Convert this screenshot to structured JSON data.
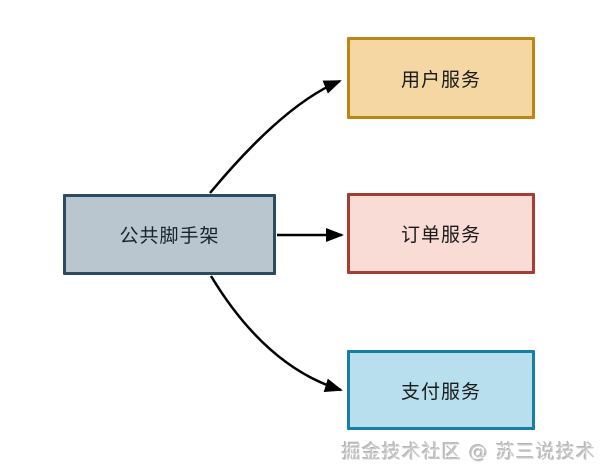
{
  "diagram": {
    "nodes": {
      "scaffold": {
        "label": "公共脚手架",
        "fill": "#b9c5cf",
        "border": "#2d4a63",
        "text_color": "#16222c"
      },
      "user_service": {
        "label": "用户服务",
        "fill": "#f5d7a4",
        "border": "#bd8514",
        "text_color": "#1a1a1a"
      },
      "order_service": {
        "label": "订单服务",
        "fill": "#f9dcd6",
        "border": "#a63d33",
        "text_color": "#1a1a1a"
      },
      "payment_service": {
        "label": "支付服务",
        "fill": "#b8dfee",
        "border": "#177ea6",
        "text_color": "#1a1a1a"
      }
    },
    "edges": [
      {
        "from": "公共脚手架",
        "to": "用户服务",
        "shape": "curved-arrow"
      },
      {
        "from": "公共脚手架",
        "to": "订单服务",
        "shape": "straight-arrow"
      },
      {
        "from": "公共脚手架",
        "to": "支付服务",
        "shape": "curved-arrow"
      }
    ],
    "arrow_color": "#000000"
  },
  "watermark": {
    "text": "掘金技术社区 @ 苏三说技术",
    "color": "#c8c8c8"
  }
}
